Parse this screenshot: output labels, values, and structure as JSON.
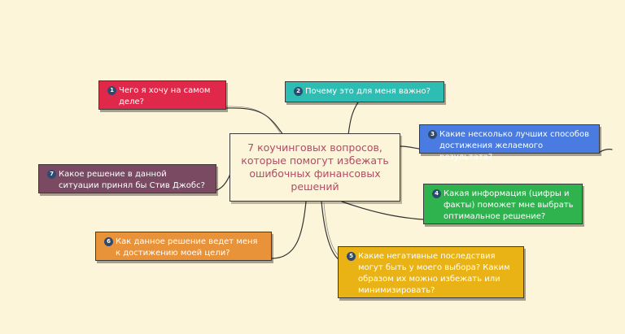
{
  "central": {
    "title": "7 коучинговых вопросов, которые помогут избежать ошибочных финансовых решений"
  },
  "topics": [
    {
      "number": "1",
      "text": "Чего я хочу на самом деле?",
      "color": "#e0284a"
    },
    {
      "number": "2",
      "text": "Почему это для меня важно?",
      "color": "#2dbdb3"
    },
    {
      "number": "3",
      "text": "Какие несколько лучших способов достижения желаемого результата?",
      "color": "#4a7be0"
    },
    {
      "number": "4",
      "text": "Какая информация (цифры и факты) поможет мне выбрать оптимальное решение?",
      "color": "#2fb34f"
    },
    {
      "number": "5",
      "text": "Какие негативные последствия могут быть у моего выбора? Каким образом их можно избежать или минимизировать?",
      "color": "#e9b215"
    },
    {
      "number": "6",
      "text": "Как данное решение ведет меня к достижению моей цели?",
      "color": "#e8923a"
    },
    {
      "number": "7",
      "text": "Какое решение в данной ситуации принял бы Стив Джобс?",
      "color": "#7a4a63"
    }
  ]
}
